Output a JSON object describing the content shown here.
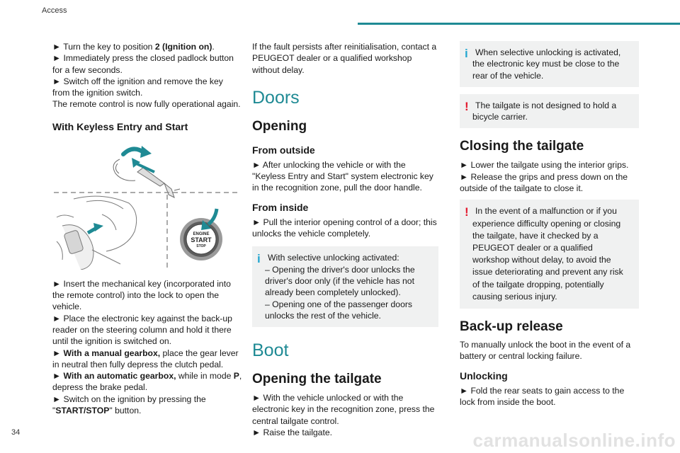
{
  "header": {
    "section": "Access",
    "page_number": "34",
    "accent_color": "#1f8a94"
  },
  "watermark": "carmanualsonline.info",
  "col1": {
    "p1": "► Turn the key to position ",
    "p1_bold": "2 (Ignition on)",
    "p1_end": ".",
    "p2": "► Immediately press the closed padlock button for a few seconds.",
    "p3": "► Switch off the ignition and remove the key from the ignition switch.",
    "p4": "The remote control is now fully operational again.",
    "h_keyless": "With Keyless Entry and Start",
    "illus_button": {
      "l1": "ENGINE",
      "l2": "START",
      "l3": "STOP"
    },
    "i1": "► Insert the mechanical key (incorporated into the remote control) into the lock to open the vehicle.",
    "i2": "► Place the electronic key against the back-up reader on the steering column and hold it there until the ignition is switched on.",
    "i3_pre": "► ",
    "i3_bold": "With a manual gearbox,",
    "i3_rest": " place the gear lever in neutral then fully depress the clutch pedal.",
    "i4_pre": "► ",
    "i4_bold": "With an automatic gearbox,",
    "i4_rest": " while in mode ",
    "i4_bold2": "P",
    "i4_end": ", depress the brake pedal.",
    "i5_pre": "► Switch on the ignition by pressing the \"",
    "i5_bold": "START/STOP",
    "i5_end": "\" button."
  },
  "col2": {
    "p_fault": "If the fault persists after reinitialisation, contact a PEUGEOT dealer or a qualified workshop without delay.",
    "h_doors": "Doors",
    "h_opening": "Opening",
    "h_outside": "From outside",
    "p_outside": "► After unlocking the vehicle or with the \"Keyless Entry and Start\" system electronic key in the recognition zone, pull the door handle.",
    "h_inside": "From inside",
    "p_inside": "► Pull the interior opening control of a door; this unlocks the vehicle completely.",
    "info_icon": "i",
    "info_l1": "With selective unlocking activated:",
    "info_l2": "– Opening the driver's door unlocks the driver's door only (if the vehicle has not already been completely unlocked).",
    "info_l3": "– Opening one of the passenger doors unlocks the rest of the vehicle.",
    "h_boot": "Boot",
    "h_opening_tailgate": "Opening the tailgate",
    "p_tg1": "► With the vehicle unlocked or with the electronic key in the recognition zone, press the central tailgate control.",
    "p_tg2": "► Raise the tailgate."
  },
  "col3": {
    "info_icon": "i",
    "info_text": "When selective unlocking is activated, the electronic key must be close to the rear of the vehicle.",
    "warn_icon": "!",
    "warn1_text": "The tailgate is not designed to hold a bicycle carrier.",
    "h_closing": "Closing the tailgate",
    "p_close1": "► Lower the tailgate using the interior grips.",
    "p_close2": "► Release the grips and press down on the outside of the tailgate to close it.",
    "warn2_text": "In the event of a malfunction or if you experience difficulty opening or closing the tailgate, have it checked by a PEUGEOT dealer or a qualified workshop without delay, to avoid the issue deteriorating and prevent any risk of the tailgate dropping, potentially causing serious injury.",
    "h_backup": "Back-up release",
    "p_backup": "To manually unlock the boot in the event of a battery or central locking failure.",
    "h_unlocking": "Unlocking",
    "p_unlock": "► Fold the rear seats to gain access to the lock from inside the boot."
  }
}
